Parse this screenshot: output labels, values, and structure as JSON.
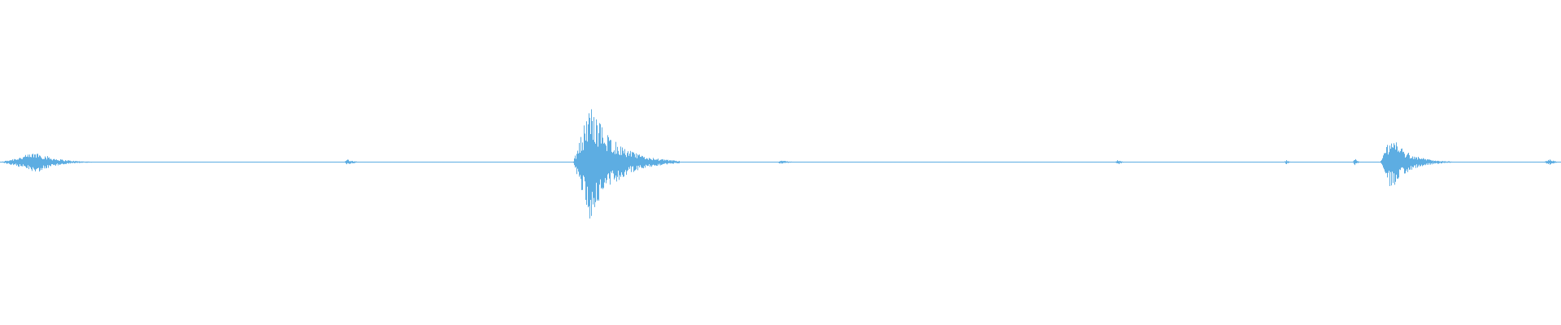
{
  "waveform": {
    "color": "#5dade2",
    "background": "#ffffff",
    "duration_fraction_note": "",
    "baseline_level": 0.004,
    "bursts": [
      {
        "start": 0.0,
        "peak": 0.024,
        "end": 0.06,
        "amplitude": 0.18,
        "decay": 0.35
      },
      {
        "start": 0.22,
        "peak": 0.222,
        "end": 0.245,
        "amplitude": 0.05,
        "decay": 0.2
      },
      {
        "start": 0.367,
        "peak": 0.378,
        "end": 0.435,
        "amplitude": 1.0,
        "decay": 0.3
      },
      {
        "start": 0.497,
        "peak": 0.5,
        "end": 0.525,
        "amplitude": 0.03,
        "decay": 0.25
      },
      {
        "start": 0.714,
        "peak": 0.716,
        "end": 0.725,
        "amplitude": 0.05,
        "decay": 0.25
      },
      {
        "start": 0.822,
        "peak": 0.824,
        "end": 0.83,
        "amplitude": 0.04,
        "decay": 0.25
      },
      {
        "start": 0.866,
        "peak": 0.868,
        "end": 0.874,
        "amplitude": 0.06,
        "decay": 0.25
      },
      {
        "start": 0.884,
        "peak": 0.891,
        "end": 0.93,
        "amplitude": 0.48,
        "decay": 0.3
      },
      {
        "start": 0.988,
        "peak": 0.993,
        "end": 1.0,
        "amplitude": 0.05,
        "decay": 0.4
      }
    ]
  }
}
